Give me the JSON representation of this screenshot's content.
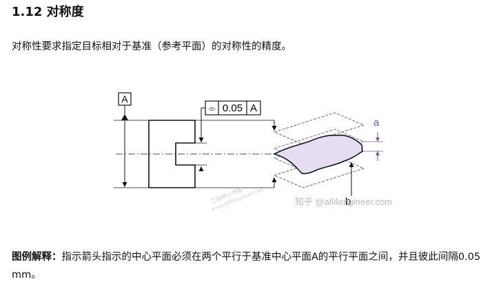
{
  "heading": "1.12 对称度",
  "intro": "对称性要求指定目标相对于基准（参考平面）的对称性的精度。",
  "figure": {
    "datum_letter": "A",
    "frame_symbol": "⌯",
    "frame_tolerance": "0.05",
    "frame_datum": "A",
    "label_a": "a",
    "label_b": "b",
    "watermark_main": "知乎 @all4engineer.com",
    "watermark_stamp_line1": "工程师小书架",
    "watermark_stamp_line2": "www.all4engineer.com",
    "accent_color": "#7b52a8",
    "fill_color": "#e6ddf2"
  },
  "explain": {
    "label": "图例解释：",
    "text": "指示箭头指示的中心平面必须在两个平行于基准中心平面A的平行平面之间，并且彼此间隔0.05 mm。"
  }
}
